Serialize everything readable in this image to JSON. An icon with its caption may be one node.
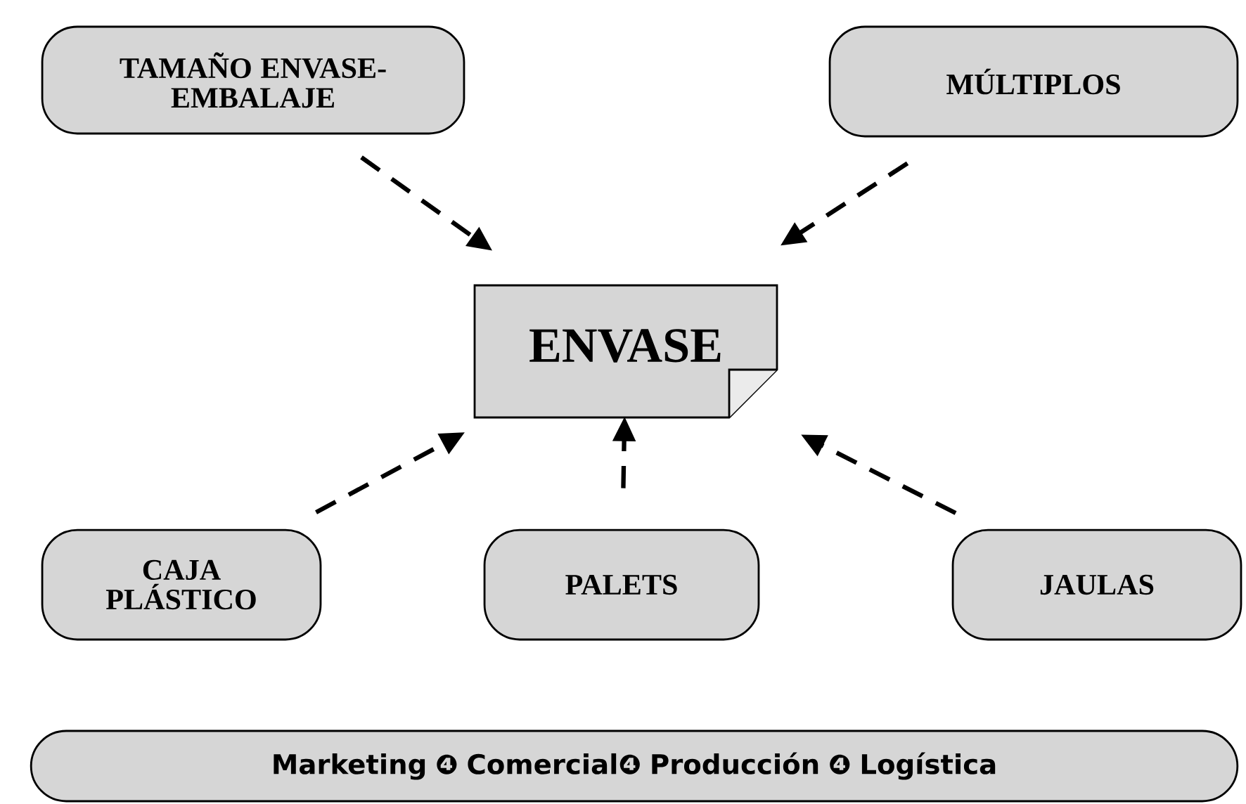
{
  "diagram": {
    "nodes": [
      {
        "text": [
          "TAMAÑO ENVASE-EMBALAJE"
        ]
      },
      {
        "text": [
          "MÚLTIPLOS"
        ]
      },
      {
        "text": [
          "ENVASE"
        ]
      },
      {
        "text": [
          "CAJA PLÁSTICO"
        ]
      },
      {
        "text": [
          "PALETS"
        ]
      },
      {
        "text": [
          "JAULAS"
        ]
      },
      {
        "text": [
          "Marketing ❹ Comercial❹ Producción ❹ Logística"
        ]
      }
    ],
    "edges": [
      {
        "from": 0,
        "to": 2,
        "arrow": "to",
        "style": "dashed"
      },
      {
        "from": 1,
        "to": 2,
        "arrow": "to",
        "style": "dashed"
      },
      {
        "from": 3,
        "to": 2,
        "arrow": "to",
        "style": "dashed"
      },
      {
        "from": 4,
        "to": 2,
        "arrow": "to",
        "style": "dashed"
      },
      {
        "from": 5,
        "to": 2,
        "arrow": "to",
        "style": "dashed"
      }
    ]
  }
}
